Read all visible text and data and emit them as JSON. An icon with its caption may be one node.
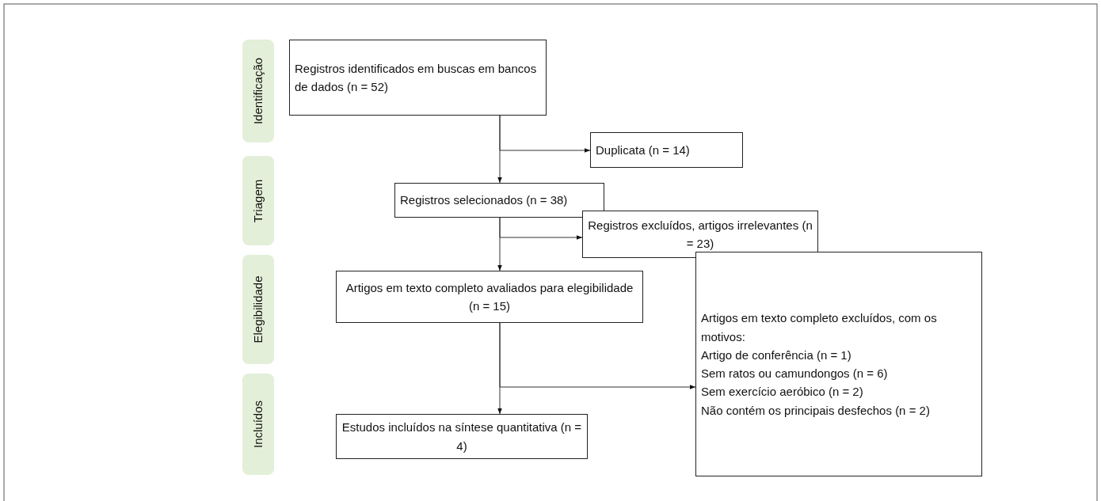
{
  "diagram": {
    "nodes": [
      {
        "text": [
          "Identificação"
        ]
      },
      {
        "text": [
          "Triagem"
        ]
      },
      {
        "text": [
          "Elegibilidade"
        ]
      },
      {
        "text": [
          "Incluídos"
        ]
      },
      {
        "text": [
          "Registros identificados em buscas em bancos de dados (n = 52)"
        ]
      },
      {
        "text": [
          "Duplicata (n = 14)"
        ]
      },
      {
        "text": [
          "Registros selecionados (n = 38)"
        ]
      },
      {
        "text": [
          "Registros excluídos, artigos irrelevantes (n = 23)"
        ]
      },
      {
        "text": [
          "Artigos em texto completo avaliados para elegibilidade (n = 15)"
        ]
      },
      {
        "text": [
          "Artigos em texto completo excluídos, com os motivos:",
          "Artigo de conferência (n = 1)",
          "Sem ratos ou camundongos (n = 6)",
          "Sem exercício aeróbico (n = 2)",
          "Não contém os principais desfechos (n = 2)"
        ]
      },
      {
        "text": [
          "Estudos incluídos na síntese quantitativa (n = 4)"
        ]
      }
    ],
    "edges": [
      {
        "from": 4,
        "to": 6,
        "arrow": "to"
      },
      {
        "from": 4,
        "to": 5,
        "arrow": "to"
      },
      {
        "from": 6,
        "to": 8,
        "arrow": "to"
      },
      {
        "from": 6,
        "to": 7,
        "arrow": "to"
      },
      {
        "from": 8,
        "to": 10,
        "arrow": "to"
      },
      {
        "from": 8,
        "to": 9,
        "arrow": "to"
      }
    ]
  }
}
